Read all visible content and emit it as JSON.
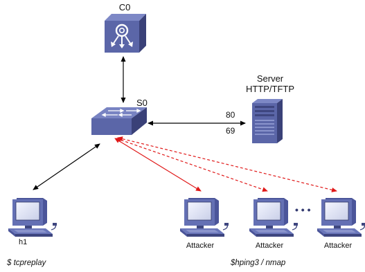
{
  "nodes": {
    "controller": {
      "label": "C0"
    },
    "switch": {
      "label": "S0"
    },
    "server": {
      "label_line1": "Server",
      "label_line2": "HTTP/TFTP"
    },
    "host": {
      "label": "h1"
    },
    "attackers": [
      {
        "label": "Attacker"
      },
      {
        "label": "Attacker"
      },
      {
        "label": "Attacker"
      }
    ]
  },
  "ports": {
    "upper": "80",
    "lower": "69"
  },
  "commands": {
    "host": "$ tcpreplay",
    "attackers": "$hping3 / nmap"
  },
  "ellipsis": "• • •",
  "colors": {
    "device_blue": "#5b66a8",
    "device_dark": "#3e467f",
    "link_black": "#000000",
    "link_red": "#e01818"
  }
}
